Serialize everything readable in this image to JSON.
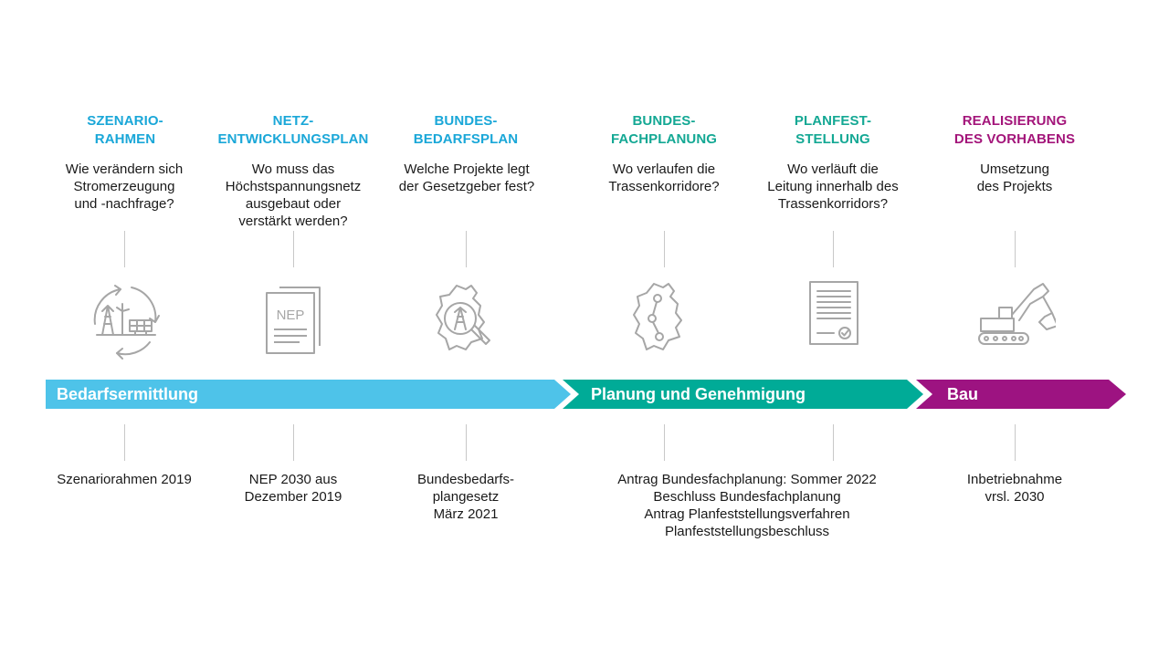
{
  "colors": {
    "blue_title": "#1aa7d8",
    "teal_title": "#14a894",
    "purple_title": "#a3157a",
    "bar_blue": "#4ec3e9",
    "bar_teal": "#00ab97",
    "bar_purple": "#9d1381",
    "icon_gray": "#a6a6a6"
  },
  "columns": [
    {
      "title": "SZENARIO-\nRAHMEN",
      "question": "Wie verändern sich\nStromerzeugung\nund -nachfrage?",
      "icon": "energy-cycle-icon",
      "bottom": "Szenariorahmen 2019"
    },
    {
      "title": "NETZ-\nENTWICKLUNGSPLAN",
      "question": "Wo muss das\nHöchstspannungsnetz\nausgebaut oder\nverstärkt werden?",
      "icon": "nep-document-icon",
      "bottom": "NEP 2030 aus\nDezember 2019"
    },
    {
      "title": "BUNDES-\nBEDARFSPLAN",
      "question": "Welche Projekte legt\nder Gesetzgeber fest?",
      "icon": "germany-magnifier-icon",
      "bottom": "Bundesbedarfs-\nplangesetz\nMärz 2021"
    },
    {
      "title": "BUNDES-\nFACHPLANUNG",
      "question": "Wo verlaufen  die\nTrassenkorridore?",
      "icon": "germany-route-icon",
      "bottom": "Antrag Bundesfachplanung:  Sommer 2022\nBeschluss Bundesfachplanung\nAntrag Planfeststellungsverfahren\nPlanfeststellungsbeschluss"
    },
    {
      "title": "PLANFEST-\nSTELLUNG",
      "question": "Wo verläuft  die\nLeitung innerhalb des\nTrassenkorridors?",
      "icon": "approval-document-icon",
      "bottom": ""
    },
    {
      "title": "REALISIERUNG\nDES VORHABENS",
      "question": "Umsetzung\ndes Projekts",
      "icon": "excavator-icon",
      "bottom": "Inbetriebnahme\nvrsl. 2030"
    }
  ],
  "phases": [
    {
      "label": "Bedarfsermittlung"
    },
    {
      "label": "Planung und Genehmigung"
    },
    {
      "label": "Bau"
    }
  ]
}
